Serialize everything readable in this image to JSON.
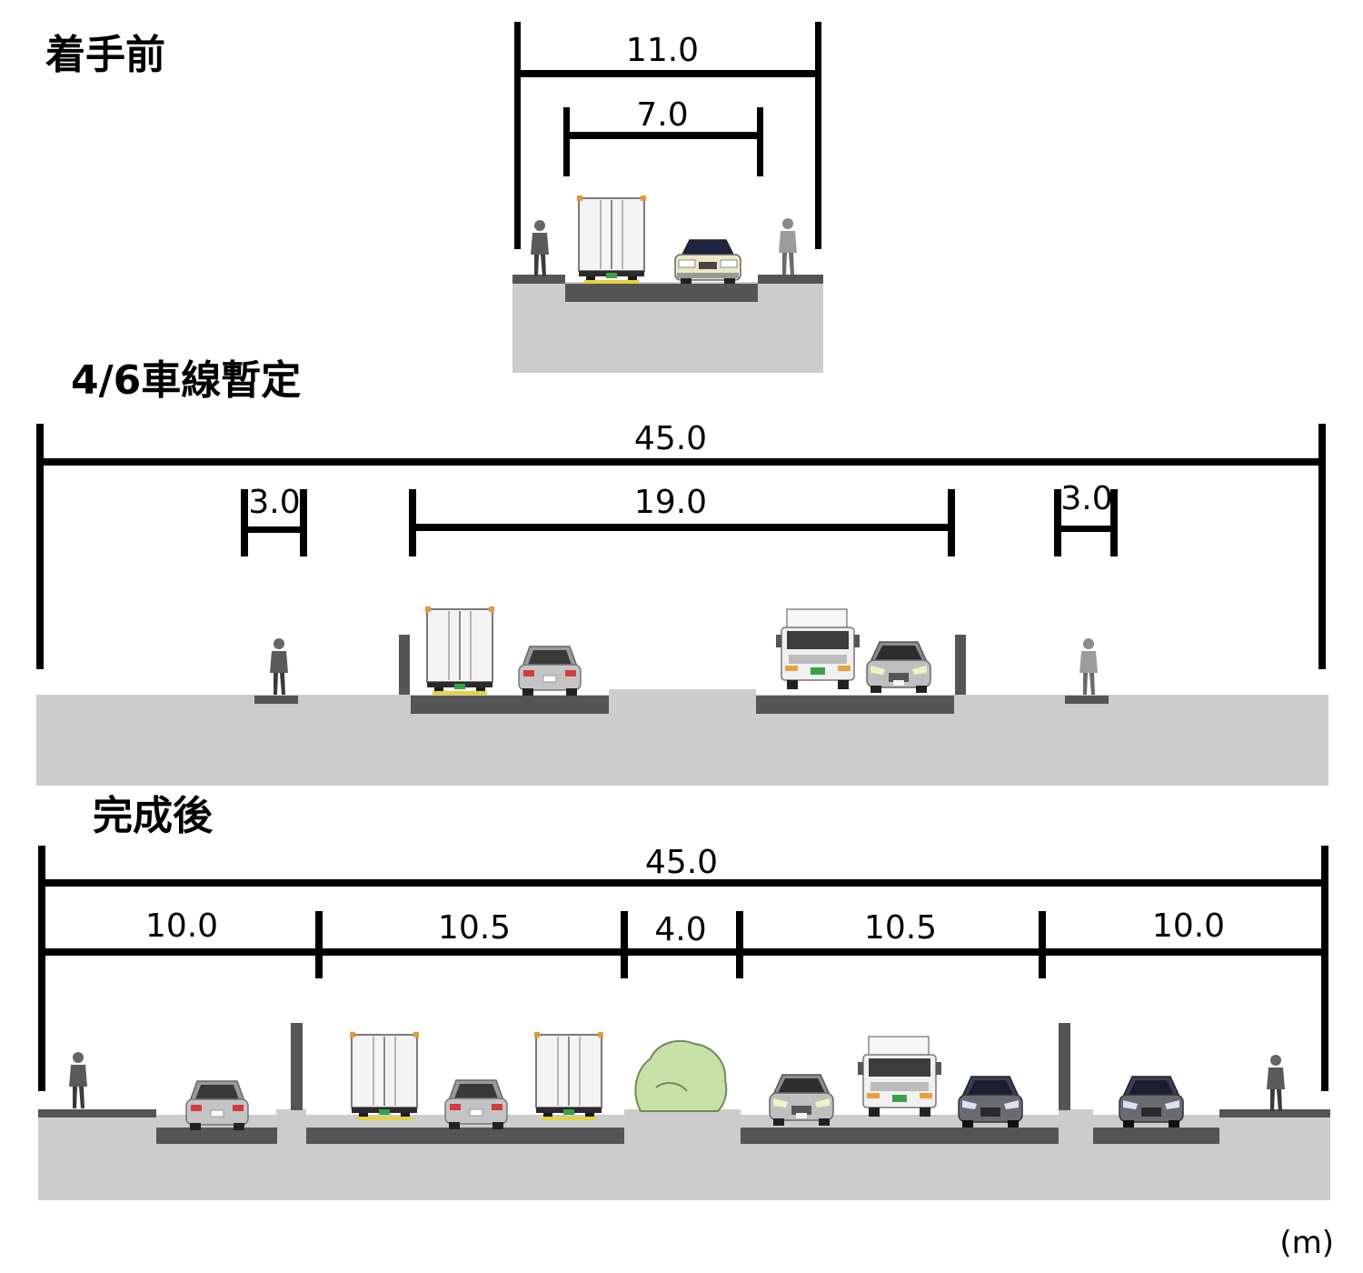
{
  "sections": {
    "before": {
      "title": "着手前",
      "widths": [
        "11.0",
        "7.0"
      ]
    },
    "provisional": {
      "title": "4/6車線暫定",
      "widths": [
        "45.0",
        "3.0",
        "19.0",
        "3.0"
      ]
    },
    "after": {
      "title": "完成後",
      "widths": [
        "45.0",
        "10.0",
        "10.5",
        "4.0",
        "10.5",
        "10.0"
      ]
    }
  },
  "unit": "(m)",
  "colors": {
    "ground": "#cccccc",
    "road": "#555555",
    "dimension_line": "#000000",
    "tree": "#c6e0a8"
  }
}
